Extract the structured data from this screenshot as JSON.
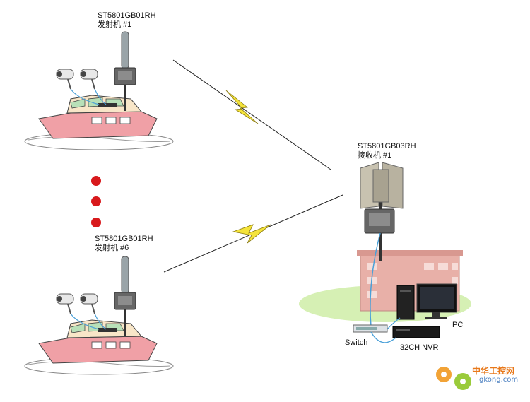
{
  "transmitter_1": {
    "model": "ST5801GB01RH",
    "name": "发射机 #1"
  },
  "transmitter_6": {
    "model": "ST5801GB01RH",
    "name": "发射机 #6"
  },
  "receiver_1": {
    "model": "ST5801GB03RH",
    "name": "接收机 #1"
  },
  "devices": {
    "switch": "Switch",
    "nvr": "32CH NVR",
    "pc": "PC"
  },
  "watermark": {
    "title": "中华工控网",
    "url": "gkong.com"
  },
  "colors": {
    "dot": "#d8191c",
    "bolt": "#f4e33a",
    "hull": "#f0a0a6",
    "grass": "#d6f0b4",
    "building": "#e8b0a8"
  }
}
